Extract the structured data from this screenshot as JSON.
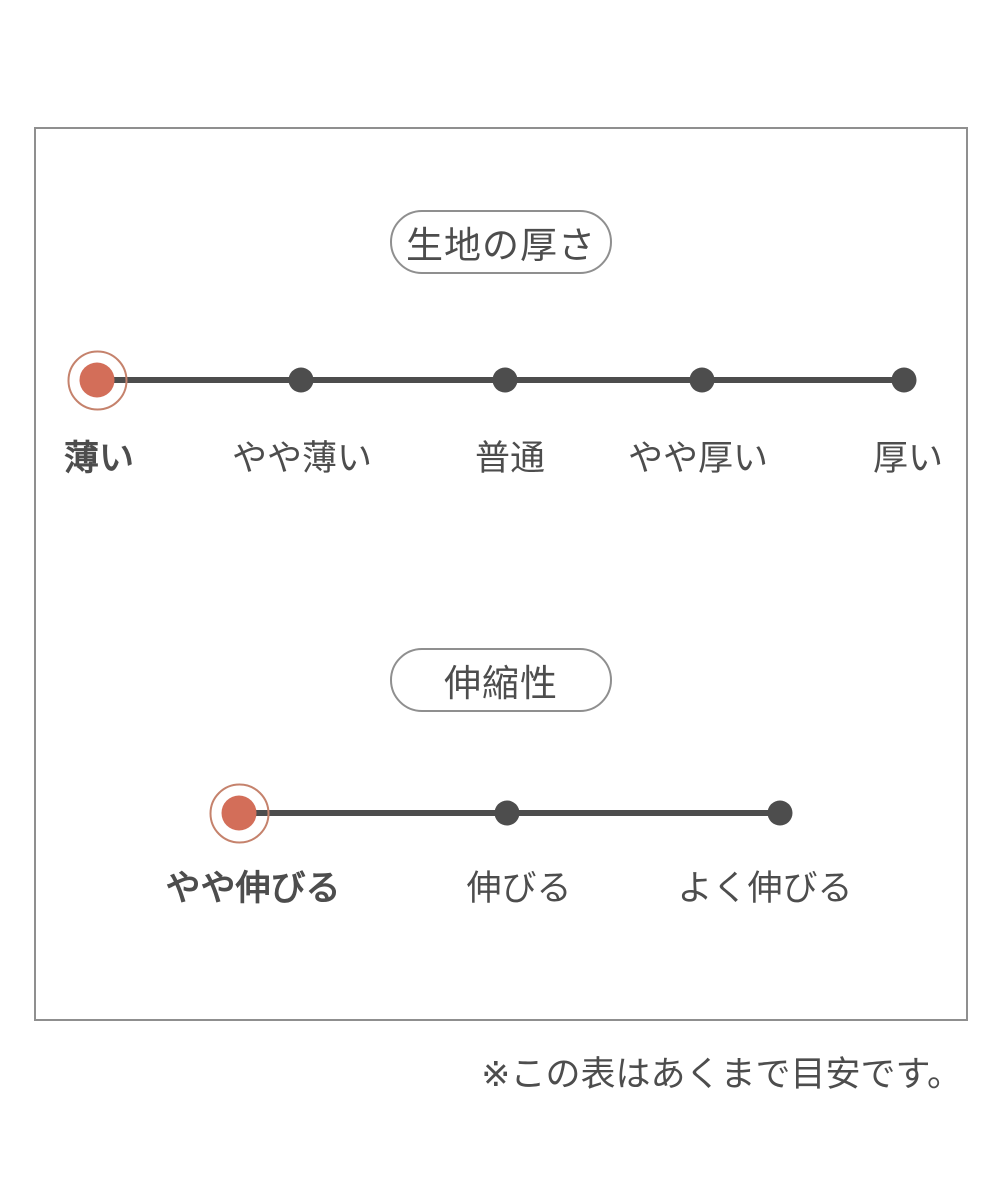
{
  "colors": {
    "accent": "#d36e59",
    "accent_ring": "#c5826c",
    "track": "#4d4d4d",
    "text": "#4d4d4d",
    "panel_border": "#8f8f8f"
  },
  "scales": [
    {
      "title": "生地の厚さ",
      "options": [
        "薄い",
        "やや薄い",
        "普通",
        "やや厚い",
        "厚い"
      ],
      "selected_index": 0,
      "selected_label": "薄い"
    },
    {
      "title": "伸縮性",
      "options": [
        "やや伸びる",
        "伸びる",
        "よく伸びる"
      ],
      "selected_index": 0,
      "selected_label": "やや伸びる"
    }
  ],
  "footer": {
    "note": "※この表はあくまで目安です。"
  }
}
